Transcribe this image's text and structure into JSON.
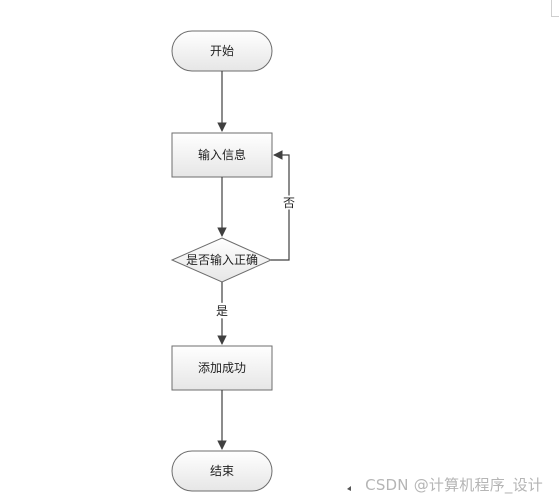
{
  "diagram": {
    "nodes": {
      "start": {
        "label": "开始"
      },
      "input": {
        "label": "输入信息"
      },
      "decision": {
        "label": "是否输入正确"
      },
      "success": {
        "label": "添加成功"
      },
      "end": {
        "label": "结束"
      }
    },
    "edges": {
      "no_label": "否",
      "yes_label": "是"
    },
    "colors": {
      "node_fill_top": "#ffffff",
      "node_fill_bottom": "#e6e6e6",
      "node_stroke": "#6d6d6d",
      "arrow": "#404040"
    }
  },
  "watermark": "CSDN @计算机程序_设计"
}
